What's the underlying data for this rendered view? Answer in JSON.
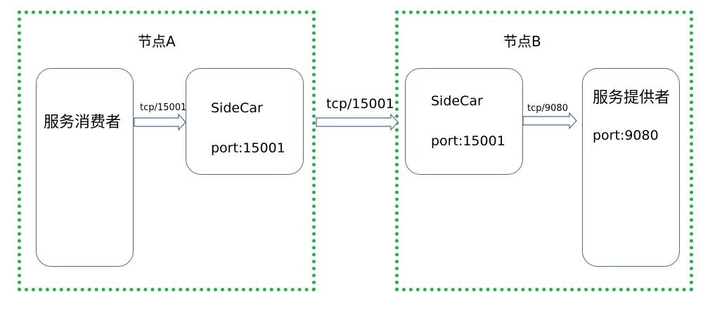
{
  "nodes": {
    "a": {
      "title": "节点A"
    },
    "b": {
      "title": "节点B"
    }
  },
  "boxes": {
    "consumer": {
      "label": "服务消费者"
    },
    "sidecar_a": {
      "name": "SideCar",
      "port": "port:15001"
    },
    "sidecar_b": {
      "name": "SideCar",
      "port": "port:15001"
    },
    "provider": {
      "label": "服务提供者",
      "port": "port:9080"
    }
  },
  "arrows": {
    "consumer_to_sidecar_a": "tcp/15001",
    "sidecar_a_to_sidecar_b": "tcp/15001",
    "sidecar_b_to_provider": "tcp/9080"
  },
  "colors": {
    "frame_border": "#22b14c",
    "box_border": "#4a6a8c",
    "arrow_stroke": "#4a6a8c"
  }
}
